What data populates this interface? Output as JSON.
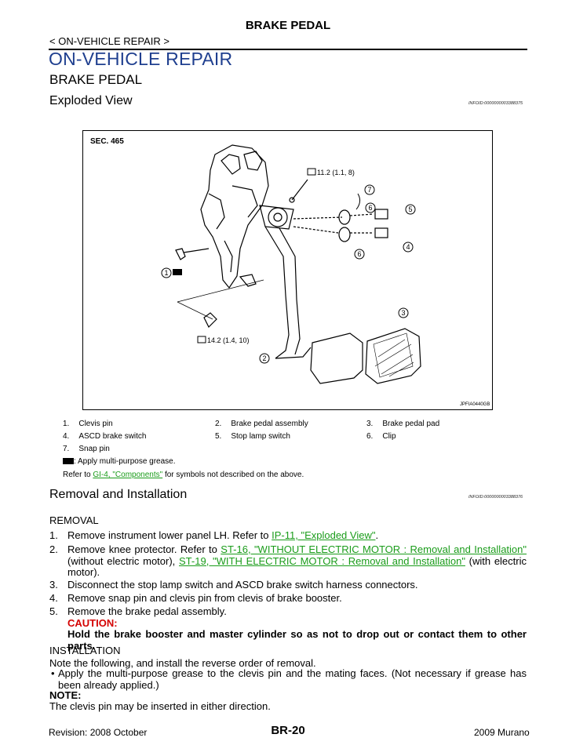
{
  "header": {
    "title": "BRAKE PEDAL",
    "breadcrumb": "< ON-VEHICLE REPAIR >"
  },
  "page": {
    "heading1": "ON-VEHICLE REPAIR",
    "heading2": "BRAKE PEDAL"
  },
  "exploded_view": {
    "title": "Exploded View",
    "infoid": "INFOID:0000000003388375",
    "figure": {
      "section_label": "SEC. 465",
      "torque_1": "11.2 (1.1, 8)",
      "torque_2": "14.2 (1.4, 10)",
      "figure_id": "JPFIA0440GB",
      "callouts": [
        "1",
        "2",
        "3",
        "4",
        "5",
        "6",
        "6",
        "7"
      ]
    },
    "legend": [
      {
        "num": "1.",
        "label": "Clevis pin"
      },
      {
        "num": "2.",
        "label": "Brake pedal assembly"
      },
      {
        "num": "3.",
        "label": "Brake pedal pad"
      },
      {
        "num": "4.",
        "label": "ASCD brake switch"
      },
      {
        "num": "5.",
        "label": "Stop lamp switch"
      },
      {
        "num": "6.",
        "label": "Clip"
      },
      {
        "num": "7.",
        "label": "Snap pin"
      }
    ],
    "grease_note": ": Apply multi-purpose grease.",
    "refer_prefix": "Refer to ",
    "refer_link": "GI-4, \"Components\"",
    "refer_suffix": " for symbols not described on the above."
  },
  "removal_installation": {
    "title": "Removal and Installation",
    "infoid": "INFOID:0000000003388376",
    "removal_heading": "REMOVAL",
    "steps": {
      "s1_num": "1.",
      "s1_text": "Remove instrument lower panel LH. Refer to ",
      "s1_link": "IP-11, \"Exploded View\"",
      "s1_end": ".",
      "s2_num": "2.",
      "s2_text": "Remove knee protector. Refer to ",
      "s2_link1": "ST-16, \"WITHOUT ELECTRIC MOTOR : Removal and Installation\"",
      "s2_mid": " (without electric motor), ",
      "s2_link2": "ST-19, \"WITH ELECTRIC MOTOR : Removal and Installation\"",
      "s2_end": " (with electric motor).",
      "s3_num": "3.",
      "s3_text": "Disconnect the stop lamp switch and ASCD brake switch harness connectors.",
      "s4_num": "4.",
      "s4_text": "Remove snap pin and clevis pin from clevis of brake booster.",
      "s5_num": "5.",
      "s5_text": "Remove the brake pedal assembly.",
      "caution_label": "CAUTION:",
      "caution_text": "Hold the brake booster and master cylinder so as not to drop out or contact them to other parts."
    },
    "installation_heading": "INSTALLATION",
    "install_note": "Note the following, and install the reverse order of removal.",
    "install_bullet_mark": "•",
    "install_bullet": "Apply the multi-purpose grease to the clevis pin and the mating faces. (Not necessary if grease has been already applied.)",
    "note_label": "NOTE:",
    "note_text": "The clevis pin may be inserted in either direction."
  },
  "footer": {
    "revision": "Revision: 2008 October",
    "page_id": "BR-20",
    "model": "2009 Murano"
  }
}
